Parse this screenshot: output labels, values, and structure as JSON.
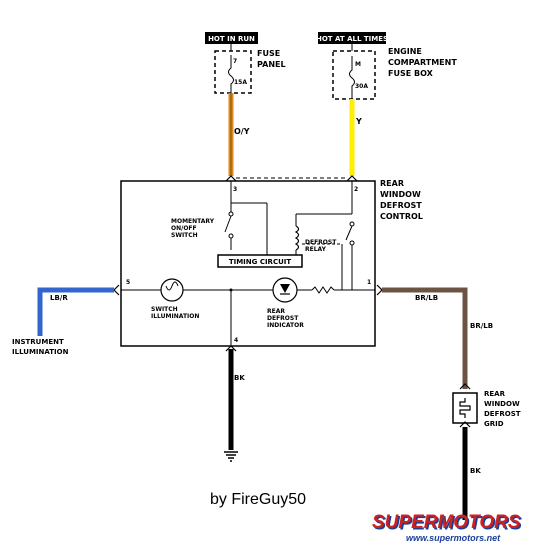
{
  "badges": {
    "hot_in_run": "HOT IN RUN",
    "hot_at_all_times": "HOT AT ALL TIMES"
  },
  "fuse_panel": {
    "label_line1": "FUSE",
    "label_line2": "PANEL",
    "fuse_number": "7",
    "fuse_rating": "15A"
  },
  "engine_fuse_box": {
    "label_line1": "ENGINE",
    "label_line2": "COMPARTMENT",
    "label_line3": "FUSE BOX",
    "fuse_number": "M",
    "fuse_rating": "30A"
  },
  "wires": {
    "orange_yellow": "O/Y",
    "yellow": "Y",
    "light_blue_red": "LB/R",
    "brown_light_blue_1": "BR/LB",
    "brown_light_blue_2": "BR/LB",
    "black_1": "BK",
    "black_2": "BK"
  },
  "control_module": {
    "label_line1": "REAR",
    "label_line2": "WINDOW",
    "label_line3": "DEFROST",
    "label_line4": "CONTROL",
    "pin_1": "1",
    "pin_2": "2",
    "pin_3": "3",
    "pin_4": "4",
    "pin_5": "5",
    "switch_line1": "MOMENTARY",
    "switch_line2": "ON/OFF",
    "switch_line3": "SWITCH",
    "timing_circuit": "TIMING CIRCUIT",
    "relay_line1": "DEFROST",
    "relay_line2": "RELAY",
    "illum_line1": "SWITCH",
    "illum_line2": "ILLUMINATION",
    "indicator_line1": "REAR",
    "indicator_line2": "DEFROST",
    "indicator_line3": "INDICATOR"
  },
  "instrument": {
    "label_line1": "INSTRUMENT",
    "label_line2": "ILLUMINATION"
  },
  "grid": {
    "label_line1": "REAR",
    "label_line2": "WINDOW",
    "label_line3": "DEFROST",
    "label_line4": "GRID"
  },
  "author": "by FireGuy50",
  "watermark": {
    "brand": "SUPERMOTORS",
    "url": "www.supermotors.net"
  },
  "colors": {
    "orange_yellow": "#d98a1a",
    "yellow": "#ffee00",
    "light_blue": "#3366cc",
    "brown": "#6b5444",
    "black": "#000000",
    "watermark_red": "#cc2222",
    "watermark_blue": "#1a3f99"
  }
}
